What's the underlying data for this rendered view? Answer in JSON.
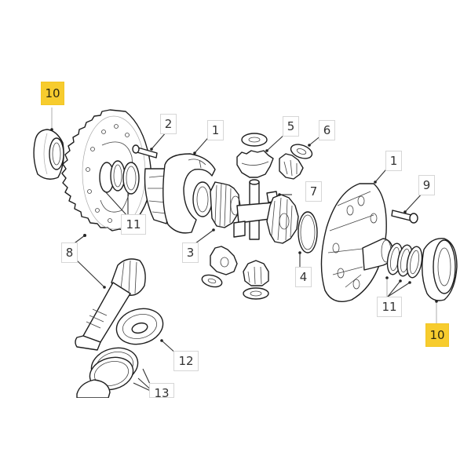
{
  "diagram": {
    "type": "exploded-parts-diagram",
    "subject": "Differential assembly",
    "highlight_color": "#f7cc2e",
    "callouts": [
      {
        "id": "c10a",
        "label": "10",
        "highlighted": true
      },
      {
        "id": "c2",
        "label": "2",
        "highlighted": false
      },
      {
        "id": "c1a",
        "label": "1",
        "highlighted": false
      },
      {
        "id": "c5",
        "label": "5",
        "highlighted": false
      },
      {
        "id": "c6",
        "label": "6",
        "highlighted": false
      },
      {
        "id": "c1b",
        "label": "1",
        "highlighted": false
      },
      {
        "id": "c9",
        "label": "9",
        "highlighted": false
      },
      {
        "id": "c7",
        "label": "7",
        "highlighted": false
      },
      {
        "id": "c11a",
        "label": "11",
        "highlighted": false
      },
      {
        "id": "c3",
        "label": "3",
        "highlighted": false
      },
      {
        "id": "c4",
        "label": "4",
        "highlighted": false
      },
      {
        "id": "c8",
        "label": "8",
        "highlighted": false
      },
      {
        "id": "c11b",
        "label": "11",
        "highlighted": false
      },
      {
        "id": "c10b",
        "label": "10",
        "highlighted": true
      },
      {
        "id": "c12",
        "label": "12",
        "highlighted": false
      },
      {
        "id": "c13",
        "label": "13",
        "highlighted": false
      }
    ]
  }
}
